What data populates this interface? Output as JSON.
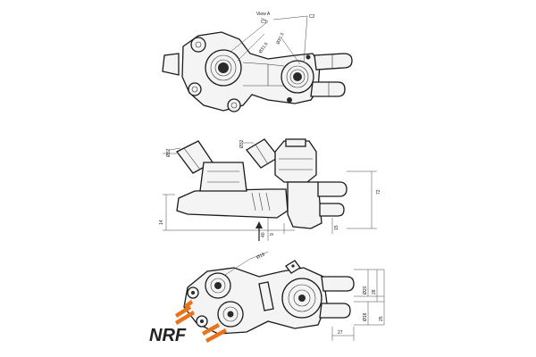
{
  "view_label": "View A",
  "callouts": {
    "c1": "C1",
    "c2": "C2",
    "d_top_1": "Ø31.5",
    "d_top_2": "Ø31.5",
    "d_side_1": "Ø32",
    "d_side_2": "Ø32",
    "d_bottom": "Ø18",
    "d_bottom_2": "Ø20",
    "d_bottom_3": "Ø18",
    "h_side": "72",
    "h_small_1": "14",
    "h_small_2": "9",
    "h_small_3": "15",
    "dim_a": "40",
    "w_bottom": "27",
    "w_bottom_2": "28",
    "w_bottom_3": "25"
  },
  "logo": {
    "text": "NRF",
    "color": "#e8731a"
  }
}
